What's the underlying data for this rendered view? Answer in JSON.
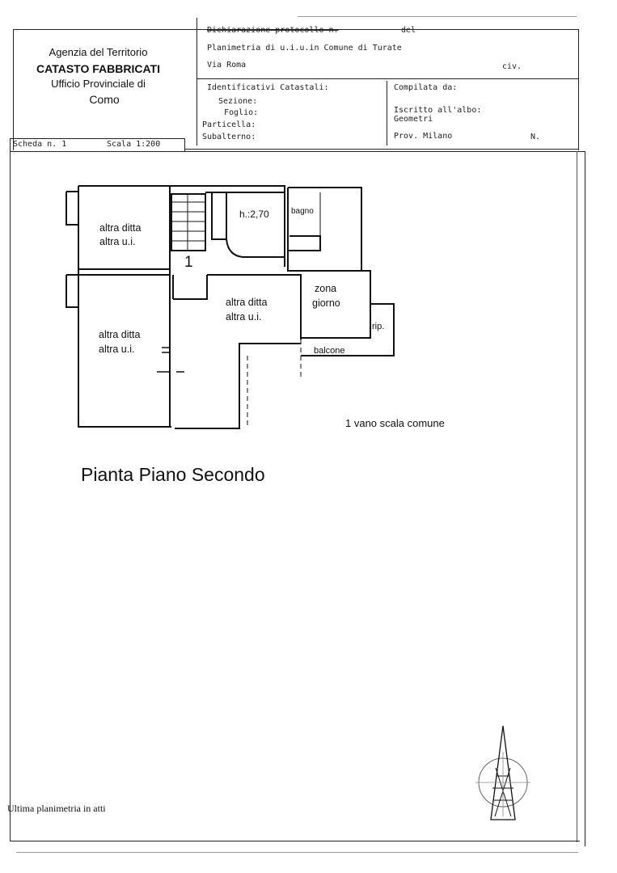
{
  "agency": {
    "name": "Agenzia del Territorio",
    "catasto": "CATASTO FABBRICATI",
    "office": "Ufficio Provinciale di",
    "city": "Como"
  },
  "header": {
    "dichiarazione_label": "Dichiarazione protocollo n.",
    "del_label": "del",
    "planimetria": "Planimetria di u.i.u.in Comune di Turate",
    "via": "Via Roma",
    "civ_label": "civ."
  },
  "identificativi": {
    "title": "Identificativi Catastali:",
    "sezione": "Sezione:",
    "foglio": "Foglio:",
    "particella": "Particella:",
    "subalterno": "Subalterno:"
  },
  "compilata": {
    "title": "Compilata da:",
    "iscritto": "Iscritto all'albo:",
    "geometri": "Geometri",
    "prov": "Prov. Milano",
    "n_label": "N."
  },
  "scheda": {
    "label": "Scheda n. 1",
    "scala": "Scala 1:200"
  },
  "plan": {
    "room_top_left": [
      "altra ditta",
      "altra u.i."
    ],
    "room_bottom_left": [
      "altra ditta",
      "altra u.i."
    ],
    "room_middle": [
      "altra ditta",
      "altra u.i."
    ],
    "height": "h.:2,70",
    "bagno": "bagno",
    "zona_giorno": [
      "zona",
      "giorno"
    ],
    "rip": "rip.",
    "balcone": "balcone",
    "stair_number": "1",
    "vano_scala_note": "1 vano scala comune"
  },
  "floor_title": "Pianta Piano Secondo",
  "footer_note": "Ultima planimetria in atti"
}
